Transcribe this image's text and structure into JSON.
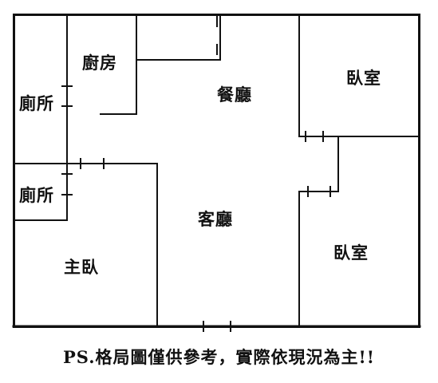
{
  "rooms": {
    "kitchen": "廚房",
    "toilet_upper": "廁所",
    "toilet_lower": "廁所",
    "dining": "餐廳",
    "bedroom_ne": "臥室",
    "living": "客廳",
    "bedroom_se": "臥室",
    "master_bedroom": "主臥"
  },
  "note": "PS.格局圖僅供參考，實際依現況為主!!",
  "colors": {
    "wall": "#111111",
    "background": "#ffffff"
  }
}
